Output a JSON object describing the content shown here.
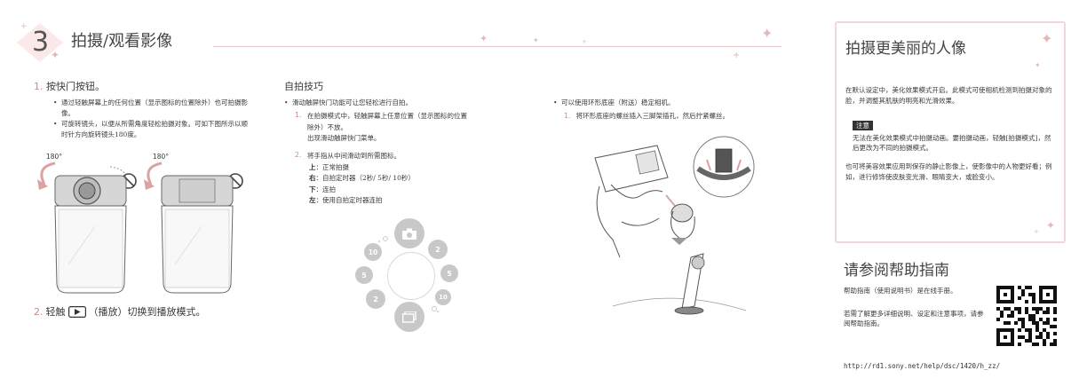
{
  "header": {
    "section_number": "3",
    "section_title": "拍摄/观看影像"
  },
  "column1": {
    "step1_number": "1.",
    "step1_text": "按快门按钮。",
    "bullets": [
      "通过轻触屏幕上的任何位置（显示图标的位置除外）也可拍摄影像。",
      "可旋转镜头，以便从所需角度轻松拍摄对象。可如下图所示以顺时针方向旋转镜头180度。"
    ],
    "rotation_label_1": "180°",
    "rotation_label_2": "180°",
    "step2_number": "2.",
    "step2_text_before": "轻触",
    "step2_text_after": "（播放）切换到播放模式。"
  },
  "column2": {
    "heading": "自拍技巧",
    "bullet": "滑动触屏快门功能可让您轻松进行自拍。",
    "sub1_number": "1.",
    "sub1_lines": [
      "在拍摄模式中，轻触屏幕上任意位置（显示图标的位置",
      "除外）不放。",
      "出现滑动触屏快门菜单。"
    ],
    "sub2_number": "2.",
    "sub2_line": "将手指从中间滑动到所需图标。",
    "directions": [
      {
        "key": "上",
        "value": "：正常拍摄"
      },
      {
        "key": "右",
        "value": "：自拍定时器（2秒/ 5秒/ 10秒）"
      },
      {
        "key": "下",
        "value": "：连拍"
      },
      {
        "key": "左",
        "value": "：使用自拍定时器连拍"
      }
    ],
    "dial_labels": {
      "left_10": "10",
      "left_5": "5",
      "left_2": "2",
      "right_2": "2",
      "right_5": "5",
      "right_10": "10"
    }
  },
  "column3": {
    "bullet": "可以使用环形底座（附送）稳定相机。",
    "sub1_number": "1.",
    "sub1_text": "将环形底座的螺丝插入三脚架插孔，然后拧紧螺丝。"
  },
  "panel1": {
    "title": "拍摄更美丽的人像",
    "body": "在默认设定中，美化效果模式开启。此模式可使相机检测到拍摄对象的脸，并调整其肌肤的明亮和光滑效果。",
    "note_label": "注意",
    "note_text": "无法在美化效果模式中拍摄动画。要拍摄动画，轻触[拍摄模式]，然后更改为不同的拍摄模式。",
    "body2": "也可将美容效果应用到保存的静止影像上，使影像中的人物更好看；例如，进行修饰使皮肤变光滑、眼睛变大，或脸变小。"
  },
  "panel2": {
    "title": "请参阅帮助指南",
    "body": "帮助指南（使用说明书）是在线手册。",
    "body2": "若需了解更多详细说明、设定和注意事项，请参阅帮助指南。",
    "url": "http://rd1.sony.net/help/dsc/1420/h_zz/"
  },
  "colors": {
    "accent": "#c98888",
    "panel_border": "#f1d7d7",
    "icon_gray": "#c8c8c8",
    "sparkle": "#e3b8b8"
  }
}
